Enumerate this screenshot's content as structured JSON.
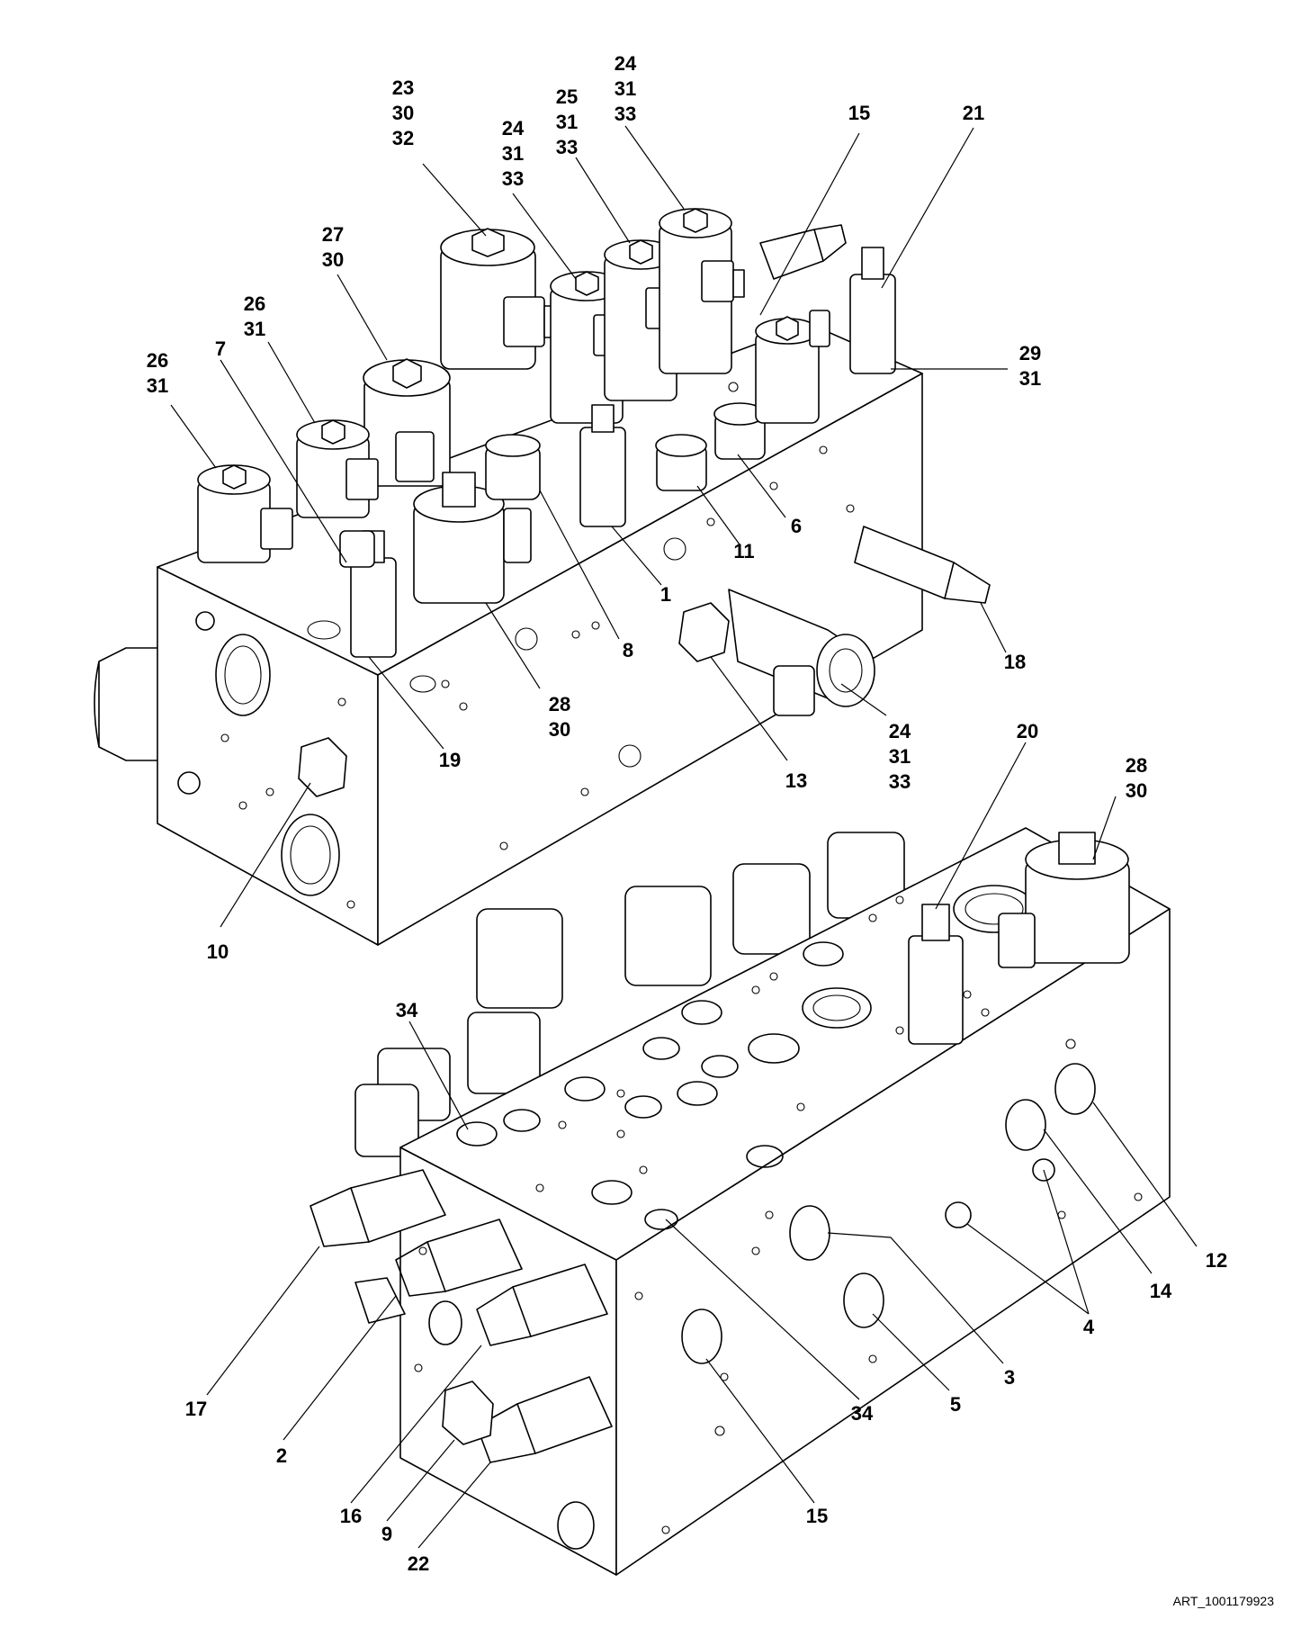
{
  "art_id": "ART_1001179923",
  "callouts": [
    {
      "id": "c-23-30-32",
      "lines": [
        "23",
        "30",
        "32"
      ]
    },
    {
      "id": "c-24-31-33-top",
      "lines": [
        "24",
        "31",
        "33"
      ]
    },
    {
      "id": "c-25-31-33",
      "lines": [
        "25",
        "31",
        "33"
      ]
    },
    {
      "id": "c-24-31-33-mid",
      "lines": [
        "24",
        "31",
        "33"
      ]
    },
    {
      "id": "c-15-top",
      "lines": [
        "15"
      ]
    },
    {
      "id": "c-21",
      "lines": [
        "21"
      ]
    },
    {
      "id": "c-27-30",
      "lines": [
        "27",
        "30"
      ]
    },
    {
      "id": "c-26-31-a",
      "lines": [
        "26",
        "31"
      ]
    },
    {
      "id": "c-26-31-b",
      "lines": [
        "26",
        "31"
      ]
    },
    {
      "id": "c-7",
      "lines": [
        "7"
      ]
    },
    {
      "id": "c-29-31",
      "lines": [
        "29",
        "31"
      ]
    },
    {
      "id": "c-6",
      "lines": [
        "6"
      ]
    },
    {
      "id": "c-11",
      "lines": [
        "11"
      ]
    },
    {
      "id": "c-1",
      "lines": [
        "1"
      ]
    },
    {
      "id": "c-8",
      "lines": [
        "8"
      ]
    },
    {
      "id": "c-18",
      "lines": [
        "18"
      ]
    },
    {
      "id": "c-28-30-top",
      "lines": [
        "28",
        "30"
      ]
    },
    {
      "id": "c-19",
      "lines": [
        "19"
      ]
    },
    {
      "id": "c-24-31-33-low",
      "lines": [
        "24",
        "31",
        "33"
      ]
    },
    {
      "id": "c-13",
      "lines": [
        "13"
      ]
    },
    {
      "id": "c-20",
      "lines": [
        "20"
      ]
    },
    {
      "id": "c-28-30-low",
      "lines": [
        "28",
        "30"
      ]
    },
    {
      "id": "c-10",
      "lines": [
        "10"
      ]
    },
    {
      "id": "c-34-top",
      "lines": [
        "34"
      ]
    },
    {
      "id": "c-12",
      "lines": [
        "12"
      ]
    },
    {
      "id": "c-14",
      "lines": [
        "14"
      ]
    },
    {
      "id": "c-4",
      "lines": [
        "4"
      ]
    },
    {
      "id": "c-3",
      "lines": [
        "3"
      ]
    },
    {
      "id": "c-5",
      "lines": [
        "5"
      ]
    },
    {
      "id": "c-17",
      "lines": [
        "17"
      ]
    },
    {
      "id": "c-2",
      "lines": [
        "2"
      ]
    },
    {
      "id": "c-16",
      "lines": [
        "16"
      ]
    },
    {
      "id": "c-9",
      "lines": [
        "9"
      ]
    },
    {
      "id": "c-22",
      "lines": [
        "22"
      ]
    },
    {
      "id": "c-15-low",
      "lines": [
        "15"
      ]
    },
    {
      "id": "c-34-low",
      "lines": [
        "34"
      ]
    }
  ]
}
